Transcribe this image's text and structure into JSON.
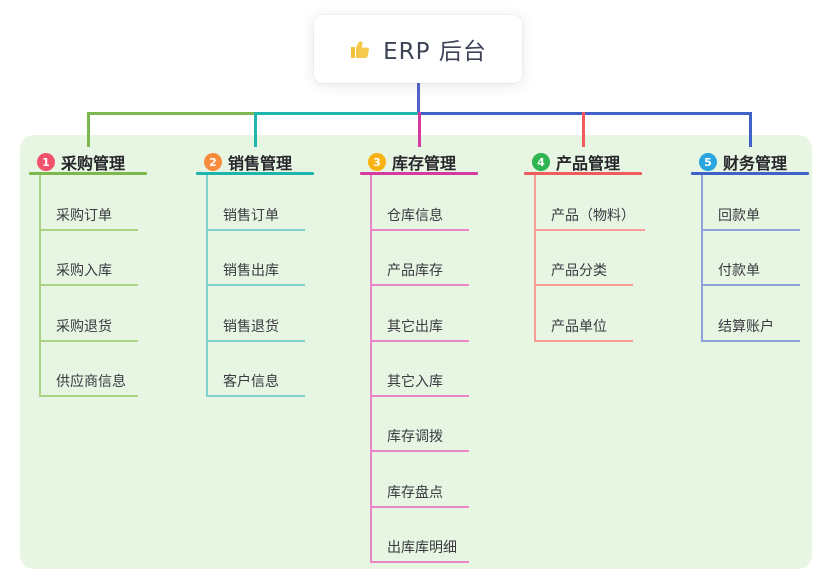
{
  "root": {
    "label": "ERP 后台",
    "icon": "thumbs-up-icon",
    "icon_color": "#f2c037"
  },
  "colors": {
    "canvas_bg": "#ffffff",
    "panel_bg": "#e7f5e3",
    "root_connector": "#5163cb"
  },
  "branches": [
    {
      "number": "1",
      "label": "采购管理",
      "badge_color": "#f4516c",
      "line_color": "#7cb84e",
      "light_color": "#a9d284",
      "children": [
        "采购订单",
        "采购入库",
        "采购退货",
        "供应商信息"
      ]
    },
    {
      "number": "2",
      "label": "销售管理",
      "badge_color": "#f98b3d",
      "line_color": "#1fb4ac",
      "light_color": "#7fd2cb",
      "children": [
        "销售订单",
        "销售出库",
        "销售退货",
        "客户信息"
      ]
    },
    {
      "number": "3",
      "label": "库存管理",
      "badge_color": "#f9b214",
      "line_color": "#d63aa0",
      "light_color": "#ea85c6",
      "children": [
        "仓库信息",
        "产品库存",
        "其它出库",
        "其它入库",
        "库存调拨",
        "库存盘点",
        "出库库明细"
      ]
    },
    {
      "number": "4",
      "label": "产品管理",
      "badge_color": "#2eb450",
      "line_color": "#f15b5b",
      "light_color": "#f79d96",
      "children": [
        "产品（物料）",
        "产品分类",
        "产品单位"
      ]
    },
    {
      "number": "5",
      "label": "财务管理",
      "badge_color": "#2aa5df",
      "line_color": "#4061c8",
      "light_color": "#8ca3dc",
      "children": [
        "回款单",
        "付款单",
        "结算账户"
      ]
    }
  ]
}
